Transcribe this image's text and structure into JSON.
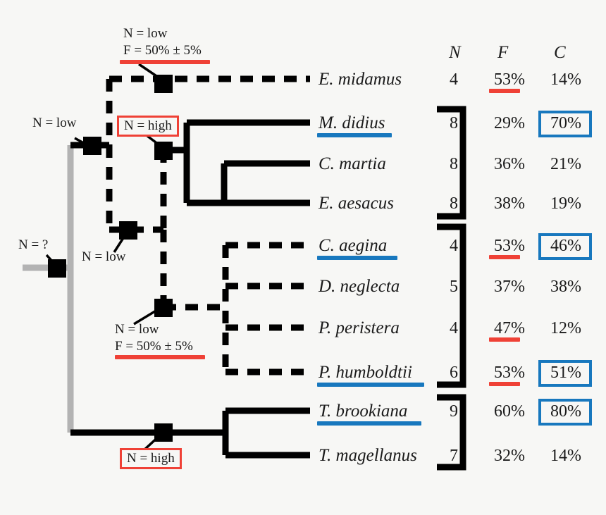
{
  "figure": {
    "type": "phylogenetic-tree-with-data-table",
    "background": "#f7f7f5",
    "accent_red": "#ef4136",
    "accent_blue": "#1878be",
    "root_gray": "#b3b3b3"
  },
  "columns": {
    "n_header": "N",
    "f_header": "F",
    "c_header": "C"
  },
  "taxa": [
    {
      "name": "E. midamus",
      "n": "4",
      "f": "53%",
      "c": "14%",
      "name_underline": "none",
      "f_underline": "red",
      "c_boxed": false,
      "branch_style": "dashed"
    },
    {
      "name": "M. didius",
      "n": "8",
      "f": "29%",
      "c": "70%",
      "name_underline": "blue",
      "f_underline": "none",
      "c_boxed": true,
      "branch_style": "solid"
    },
    {
      "name": "C. martia",
      "n": "8",
      "f": "36%",
      "c": "21%",
      "name_underline": "none",
      "f_underline": "none",
      "c_boxed": false,
      "branch_style": "solid"
    },
    {
      "name": "E. aesacus",
      "n": "8",
      "f": "38%",
      "c": "19%",
      "name_underline": "none",
      "f_underline": "none",
      "c_boxed": false,
      "branch_style": "solid"
    },
    {
      "name": "C. aegina",
      "n": "4",
      "f": "53%",
      "c": "46%",
      "name_underline": "blue",
      "f_underline": "red",
      "c_boxed": true,
      "branch_style": "dashed"
    },
    {
      "name": "D. neglecta",
      "n": "5",
      "f": "37%",
      "c": "38%",
      "name_underline": "none",
      "f_underline": "none",
      "c_boxed": false,
      "branch_style": "dashed"
    },
    {
      "name": "P. peristera",
      "n": "4",
      "f": "47%",
      "c": "12%",
      "name_underline": "none",
      "f_underline": "red",
      "c_boxed": false,
      "branch_style": "dashed"
    },
    {
      "name": "P. humboldtii",
      "n": "6",
      "f": "53%",
      "c": "51%",
      "name_underline": "blue",
      "f_underline": "red",
      "c_boxed": true,
      "branch_style": "dashed"
    },
    {
      "name": "T. brookiana",
      "n": "9",
      "f": "60%",
      "c": "80%",
      "name_underline": "blue",
      "f_underline": "none",
      "c_boxed": true,
      "branch_style": "solid"
    },
    {
      "name": "T. magellanus",
      "n": "7",
      "f": "32%",
      "c": "14%",
      "name_underline": "none",
      "f_underline": "none",
      "c_boxed": false,
      "branch_style": "solid"
    }
  ],
  "brackets": [
    {
      "label": "bracket-upper-clade",
      "taxa": [
        "M. didius",
        "C. martia",
        "E. aesacus"
      ]
    },
    {
      "label": "bracket-middle-clade",
      "taxa": [
        "C. aegina",
        "D. neglecta",
        "P. peristera",
        "P. humboldtii"
      ]
    },
    {
      "label": "bracket-lower-clade",
      "taxa": [
        "T. brookiana",
        "T. magellanus"
      ]
    }
  ],
  "annotations": [
    {
      "id": "root-unknown",
      "line1": "N = ?",
      "line2": "",
      "boxed": false,
      "red_underline": false
    },
    {
      "id": "node-a-low",
      "line1": "N = low",
      "line2": "",
      "boxed": false,
      "red_underline": false
    },
    {
      "id": "node-top-low-f50",
      "line1": "N = low",
      "line2": "F = 50% ± 5%",
      "boxed": false,
      "red_underline": true
    },
    {
      "id": "node-upper-high",
      "line1": "N = high",
      "line2": "",
      "boxed": true,
      "red_underline": false
    },
    {
      "id": "node-mid-low",
      "line1": "N = low",
      "line2": "",
      "boxed": false,
      "red_underline": false
    },
    {
      "id": "node-poly-low-f50",
      "line1": "N = low",
      "line2": "F = 50% ± 5%",
      "boxed": false,
      "red_underline": true
    },
    {
      "id": "node-bottom-high",
      "line1": "N = high",
      "line2": "",
      "boxed": true,
      "red_underline": false
    }
  ],
  "legend_notes": {
    "solid_branch_meaning": "solid",
    "dashed_branch_meaning": "dashed"
  }
}
